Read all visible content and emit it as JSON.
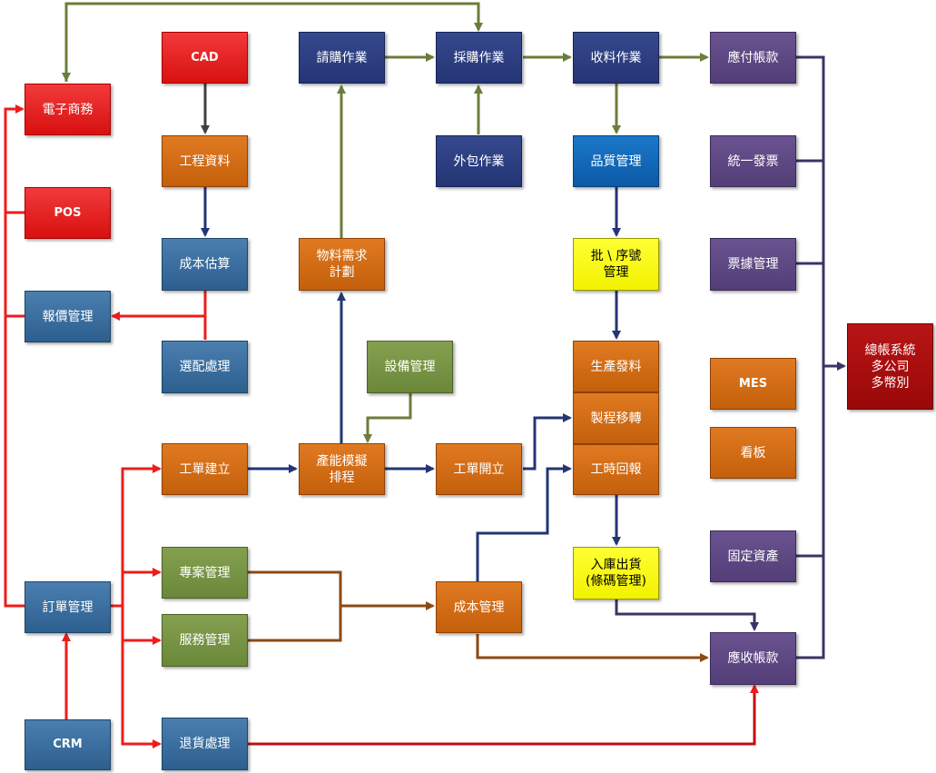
{
  "nodes": {
    "ecommerce": "電子商務",
    "pos": "POS",
    "quote": "報價管理",
    "order": "訂單管理",
    "crm": "CRM",
    "cad": "CAD",
    "engineering": "工程資料",
    "cost_estimate": "成本估算",
    "configurator": "選配處理",
    "work_order_create": "工單建立",
    "project": "專案管理",
    "service": "服務管理",
    "returns": "退貨處理",
    "requisition": "請購作業",
    "mrp": "物料需求\n計劃",
    "capacity": "產能模擬\n排程",
    "equipment": "設備管理",
    "purchase": "採購作業",
    "outsourcing": "外包作業",
    "work_order_open": "工單開立",
    "cost_mgmt": "成本管理",
    "receiving": "收料作業",
    "quality": "品質管理",
    "lot_serial": "批 \\ 序號\n管理",
    "material_issue": "生產發料",
    "process_transfer": "製程移轉",
    "labor_report": "工時回報",
    "warehousing": "入庫出貨\n(條碼管理)",
    "payable": "應付帳款",
    "invoice": "統一發票",
    "vouchers": "票據管理",
    "mes": "MES",
    "kanban": "看板",
    "fixed_assets": "固定資產",
    "receivable": "應收帳款",
    "general_ledger": "總帳系統\n多公司\n多幣別"
  },
  "colors": {
    "red_flow": "#ee1c1c",
    "navy_flow": "#243575",
    "olive_flow": "#6b7d3a",
    "brown_flow": "#8b4a14",
    "purple_flow": "#3d3364",
    "dark_flow": "#404040"
  }
}
